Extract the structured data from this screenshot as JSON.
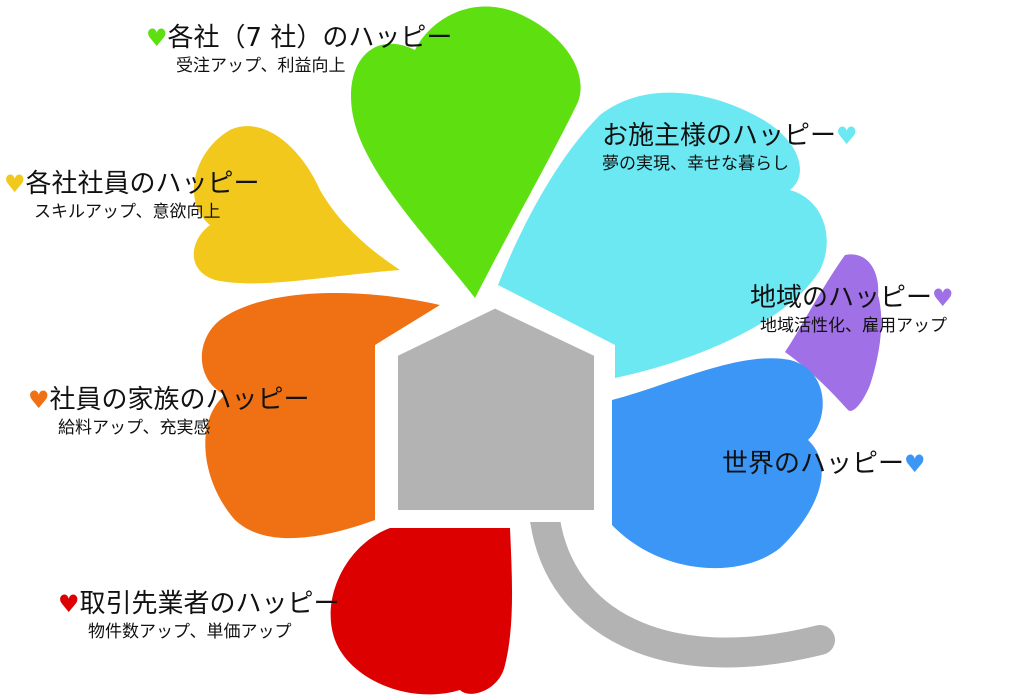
{
  "colors": {
    "green": "#5ee010",
    "yellow": "#f2c81c",
    "orange": "#ef7114",
    "red": "#dc0000",
    "cyan": "#6ce8f2",
    "purple": "#a070e6",
    "blue": "#3b96f6",
    "gray": "#b3b3b3"
  },
  "petals": {
    "companies": {
      "title": "各社（7 社）のハッピー",
      "sub": "受注アップ、利益向上",
      "heart": "♥",
      "heart_color": "#5ee010"
    },
    "employees": {
      "title": "各社社員のハッピー",
      "sub": "スキルアップ、意欲向上",
      "heart": "♥",
      "heart_color": "#f2c81c"
    },
    "families": {
      "title": "社員の家族のハッピー",
      "sub": "給料アップ、充実感",
      "heart": "♥",
      "heart_color": "#ef7114"
    },
    "partners": {
      "title": "取引先業者のハッピー",
      "sub": "物件数アップ、単価アップ",
      "heart": "♥",
      "heart_color": "#dc0000"
    },
    "clients": {
      "title": "お施主様のハッピー",
      "sub": "夢の実現、幸せな暮らし",
      "heart": "♥",
      "heart_color": "#6ce8f2"
    },
    "region": {
      "title": "地域のハッピー",
      "sub": "地域活性化、雇用アップ",
      "heart": "♥",
      "heart_color": "#a070e6"
    },
    "world": {
      "title": "世界のハッピー",
      "heart": "♥",
      "heart_color": "#3b96f6"
    }
  }
}
